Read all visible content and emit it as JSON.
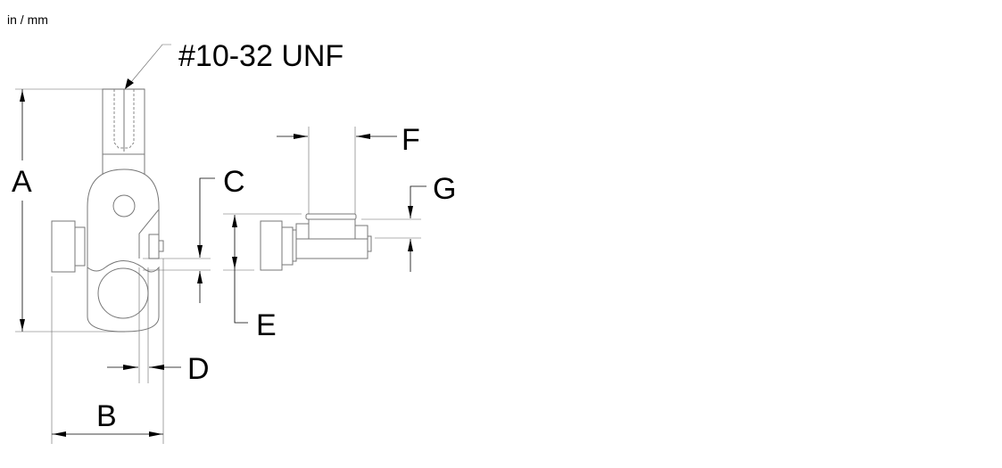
{
  "units_label": "in / mm",
  "callouts": {
    "thread": "#10-32 UNF",
    "A": "A",
    "B": "B",
    "C": "C",
    "D": "D",
    "E": "E",
    "F": "F",
    "G": "G"
  }
}
